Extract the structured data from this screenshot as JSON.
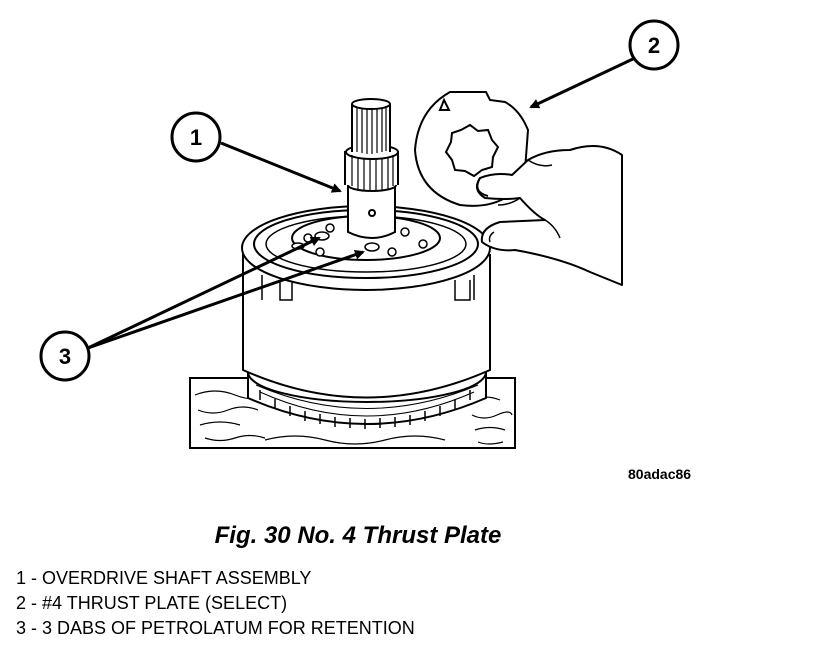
{
  "figure": {
    "reference_code": "80adac86",
    "caption": "Fig. 30 No. 4 Thrust Plate",
    "callouts": [
      {
        "number": "1"
      },
      {
        "number": "2"
      },
      {
        "number": "3"
      }
    ],
    "legend": [
      "1 - OVERDRIVE SHAFT ASSEMBLY",
      "2 - #4 THRUST PLATE (SELECT)",
      "3 - 3 DABS OF PETROLATUM FOR RETENTION"
    ]
  }
}
